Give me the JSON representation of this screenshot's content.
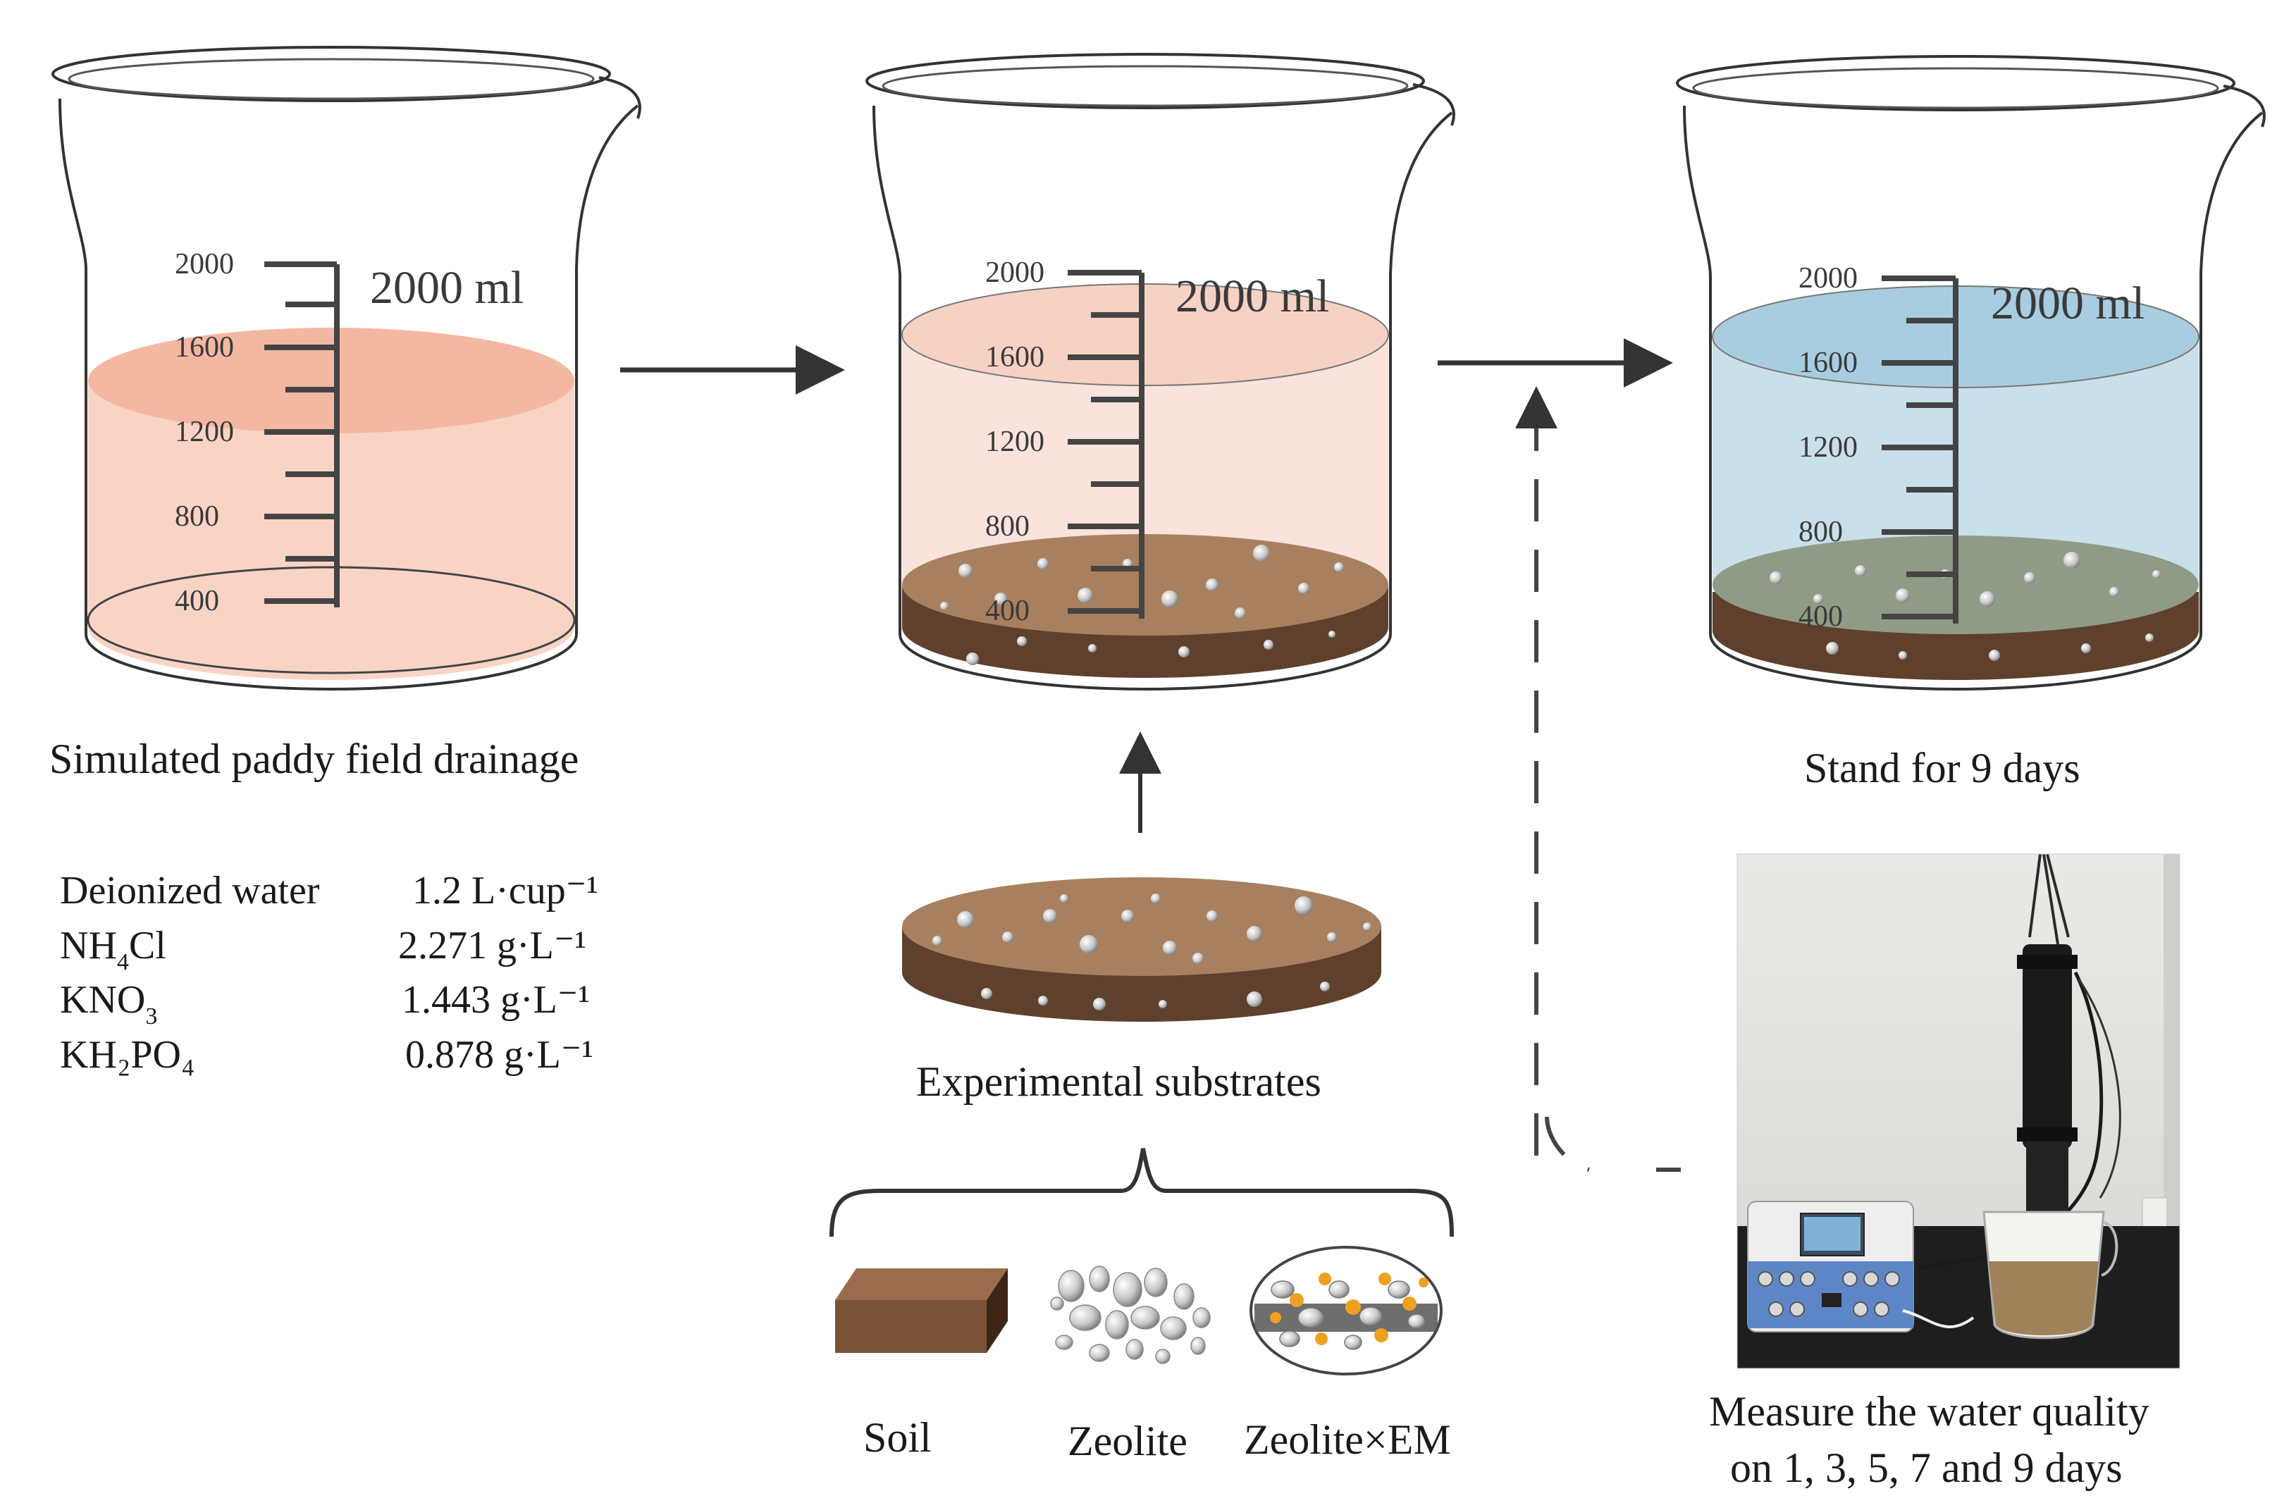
{
  "colors": {
    "drainage_water": "#f6c8b6",
    "drainage_water_top": "#f3b6a1",
    "mixed_water": "#f9e2db",
    "mixed_water_top": "#f6d3c7",
    "clear_water": "#c8dfea",
    "clear_water_top": "#a9cde0",
    "substrate_top": "#a87f62",
    "substrate_side": "#5c3f2c",
    "settled_substrate_top": "#8e9b86",
    "soil_block": "#7a5238",
    "em_dot": "#f0a020",
    "arrow": "#333333"
  },
  "beakers": [
    {
      "volume_label": "2000 ml",
      "tick_labels": [
        "2000",
        "1600",
        "1200",
        "800",
        "400"
      ],
      "caption": "Simulated paddy field drainage",
      "contents": "drainage water"
    },
    {
      "volume_label": "2000 ml",
      "tick_labels": [
        "2000",
        "1600",
        "1200",
        "800",
        "400"
      ],
      "caption": "",
      "contents": "drainage water with substrate"
    },
    {
      "volume_label": "2000 ml",
      "tick_labels": [
        "2000",
        "1600",
        "1200",
        "800",
        "400"
      ],
      "caption": "Stand for 9 days",
      "contents": "clarified water with settled substrate"
    }
  ],
  "recipe": [
    {
      "name": "Deionized water",
      "amount": "1.2 L·cup⁻¹"
    },
    {
      "name_base": "NH",
      "name_sub": "4",
      "name_rest": "Cl",
      "amount": "2.271 g·L⁻¹"
    },
    {
      "name_base": "KNO",
      "name_sub": "3",
      "name_rest": "",
      "amount": "1.443 g·L⁻¹"
    },
    {
      "name": "KH₂PO₄",
      "amount": "0.878 g·L⁻¹"
    }
  ],
  "substrate_caption": "Experimental substrates",
  "substrate_types": [
    {
      "label": "Soil",
      "icon": "soil-block-icon"
    },
    {
      "label": "Zeolite",
      "icon": "zeolite-granules-icon"
    },
    {
      "label": "Zeolite×EM",
      "icon": "zeolite-em-icon"
    }
  ],
  "measure_caption": [
    "Measure the water quality",
    "on 1, 3, 5, 7 and 9 days"
  ],
  "photo": {
    "subject": "water-quality-meter-photo",
    "description_icon": "probe-and-meter-icon"
  }
}
